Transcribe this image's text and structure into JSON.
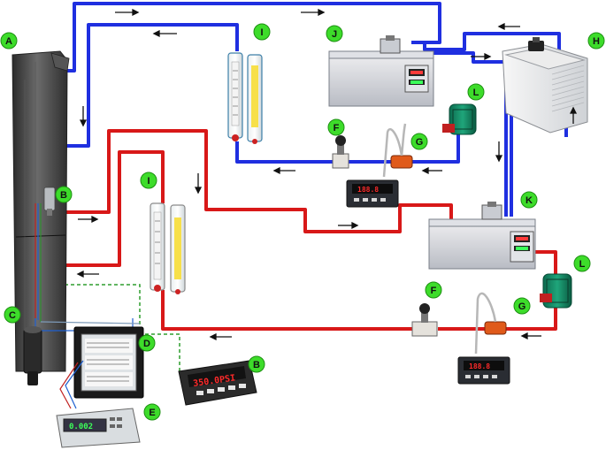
{
  "labels": {
    "A": "A",
    "B": "B",
    "C": "C",
    "D": "D",
    "E": "E",
    "F": "F",
    "G": "G",
    "H": "H",
    "I": "I",
    "J": "J",
    "K": "K",
    "L": "L"
  },
  "displays": {
    "pressure_meter": "350.0PSI",
    "flow_meter_top": "188.8",
    "flow_meter_bottom": "188.8",
    "multimeter": "0.002"
  },
  "colors": {
    "cold_loop": "#1f2fe0",
    "hot_loop": "#d81818",
    "signal": "#2e9d2e",
    "badge": "#3ddc2a"
  },
  "icons": [
    "arrow-right-icon",
    "arrow-left-icon",
    "arrow-down-icon",
    "arrow-up-icon"
  ]
}
